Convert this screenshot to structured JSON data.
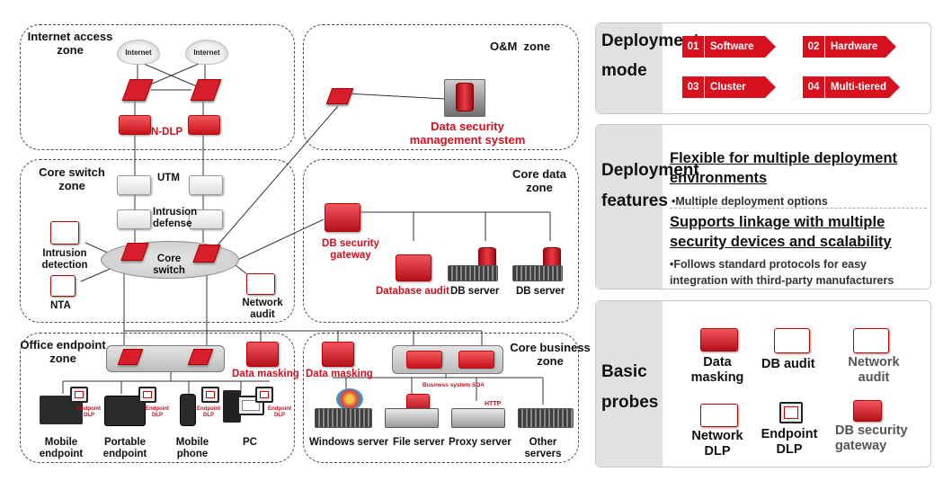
{
  "zones": {
    "internet": "Internet access zone",
    "om": "O&M  zone",
    "core_switch": "Core switch zone",
    "core_data": "Core data zone",
    "office": "Office endpoint zone",
    "core_business": "Core business zone"
  },
  "devices": {
    "internet_cloud": "Internet",
    "ndlp": "N-DLP",
    "utm": "UTM",
    "intrusion_defense": "Intrusion defense",
    "intrusion_detection": "Intrusion detection",
    "core_switch": "Core switch",
    "nta": "NTA",
    "network_audit": "Network audit",
    "dsms": "Data security management system",
    "db_security_gateway": "DB security gateway",
    "database_audit": "Database audit",
    "db_server_1": "DB server",
    "db_server_2": "DB server",
    "data_masking_office": "Data masking",
    "data_masking_business": "Data masking",
    "endpoint_dlp": "Endpoint DLP",
    "mobile_endpoint": "Mobile endpoint",
    "portable_endpoint": "Portable endpoint",
    "mobile_phone": "Mobile phone",
    "pc": "PC",
    "business_system_soa": "Business system SOA",
    "http": "HTTP",
    "windows_server": "Windows server",
    "file_server": "File server",
    "proxy_server": "Proxy server",
    "other_servers": "Other servers"
  },
  "deployment_mode": {
    "title": "Deployment mode",
    "items": [
      {
        "num": "01",
        "label": "Software"
      },
      {
        "num": "02",
        "label": "Hardware"
      },
      {
        "num": "03",
        "label": "Cluster"
      },
      {
        "num": "04",
        "label": "Multi-tiered"
      }
    ]
  },
  "deployment_features": {
    "title": "Deployment features",
    "features": [
      {
        "heading": "Flexible for multiple deployment environments",
        "detail": "•Multiple deployment options"
      },
      {
        "heading": "Supports linkage with multiple security devices and scalability",
        "detail": "•Follows standard protocols for easy integration with third-party manufacturers"
      }
    ]
  },
  "basic_probes": {
    "title": "Basic probes",
    "items": [
      {
        "label": "Data masking",
        "icon": "data-masking-icon"
      },
      {
        "label": "DB audit",
        "icon": "db-audit-icon"
      },
      {
        "label": "Network audit",
        "icon": "network-audit-icon"
      },
      {
        "label": "Network DLP",
        "icon": "network-dlp-icon"
      },
      {
        "label": "Endpoint DLP",
        "icon": "endpoint-dlp-icon"
      },
      {
        "label": "DB security gateway",
        "icon": "db-security-gateway-icon"
      }
    ]
  },
  "colors": {
    "accent": "#d8111f",
    "panel_title_bg": "#e1e1e1"
  }
}
